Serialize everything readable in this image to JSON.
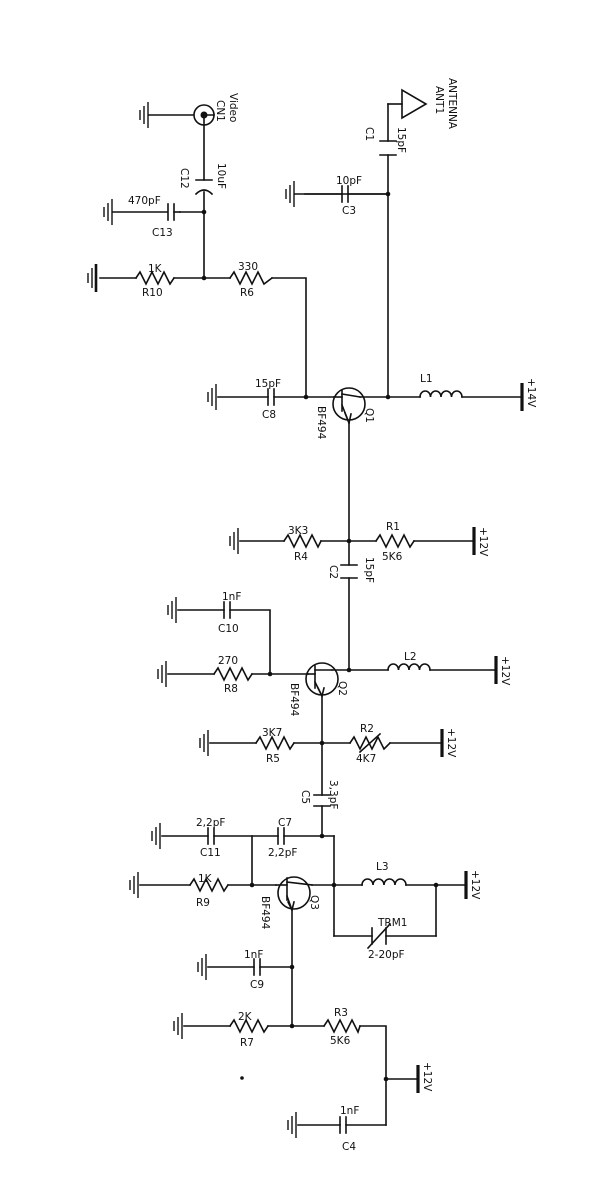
{
  "schematic": {
    "antenna": {
      "line1": "ANTENNA",
      "line2": "ANT1"
    },
    "video": {
      "line1": "Video",
      "line2": "CN1"
    },
    "caps": {
      "c1": {
        "ref": "C1",
        "value": "15pF"
      },
      "c3": {
        "ref": "C3",
        "value": "10pF"
      },
      "c12": {
        "ref": "C12",
        "value": "10uF"
      },
      "c13": {
        "ref": "C13",
        "value": "470pF"
      },
      "c8": {
        "ref": "C8",
        "value": "15pF"
      },
      "c2": {
        "ref": "C2",
        "value": "15pF"
      },
      "c10": {
        "ref": "C10",
        "value": "1nF"
      },
      "c5": {
        "ref": "C5",
        "value": "3,3pF"
      },
      "c7": {
        "ref": "C7",
        "value": "2,2pF"
      },
      "c11": {
        "ref": "C11",
        "value": "2,2pF"
      },
      "c9": {
        "ref": "C9",
        "value": "1nF"
      },
      "c4": {
        "ref": "C4",
        "value": "1nF"
      },
      "trm1": {
        "ref": "TRM1",
        "value": "2-20pF"
      }
    },
    "resistors": {
      "r10": {
        "ref": "R10",
        "value": "1K"
      },
      "r6": {
        "ref": "R6",
        "value": "330"
      },
      "r4": {
        "ref": "R4",
        "value": "3K3"
      },
      "r1": {
        "ref": "R1",
        "value": "5K6"
      },
      "r8": {
        "ref": "R8",
        "value": "270"
      },
      "r5": {
        "ref": "R5",
        "value": "3K7"
      },
      "r2": {
        "ref": "R2",
        "value": "4K7"
      },
      "r9": {
        "ref": "R9",
        "value": "1K"
      },
      "r7": {
        "ref": "R7",
        "value": "2K"
      },
      "r3": {
        "ref": "R3",
        "value": "5K6"
      }
    },
    "inductors": {
      "l1": {
        "ref": "L1"
      },
      "l2": {
        "ref": "L2"
      },
      "l3": {
        "ref": "L3"
      }
    },
    "transistors": {
      "q1": {
        "ref": "Q1",
        "part": "BF494"
      },
      "q2": {
        "ref": "Q2",
        "part": "BF494"
      },
      "q3": {
        "ref": "Q3",
        "part": "BF494"
      }
    },
    "supplies": {
      "s1": "+14V",
      "s2": "+12V",
      "s3": "+12V",
      "s4": "+12V",
      "s5": "+12V",
      "s6": "+12V"
    }
  }
}
